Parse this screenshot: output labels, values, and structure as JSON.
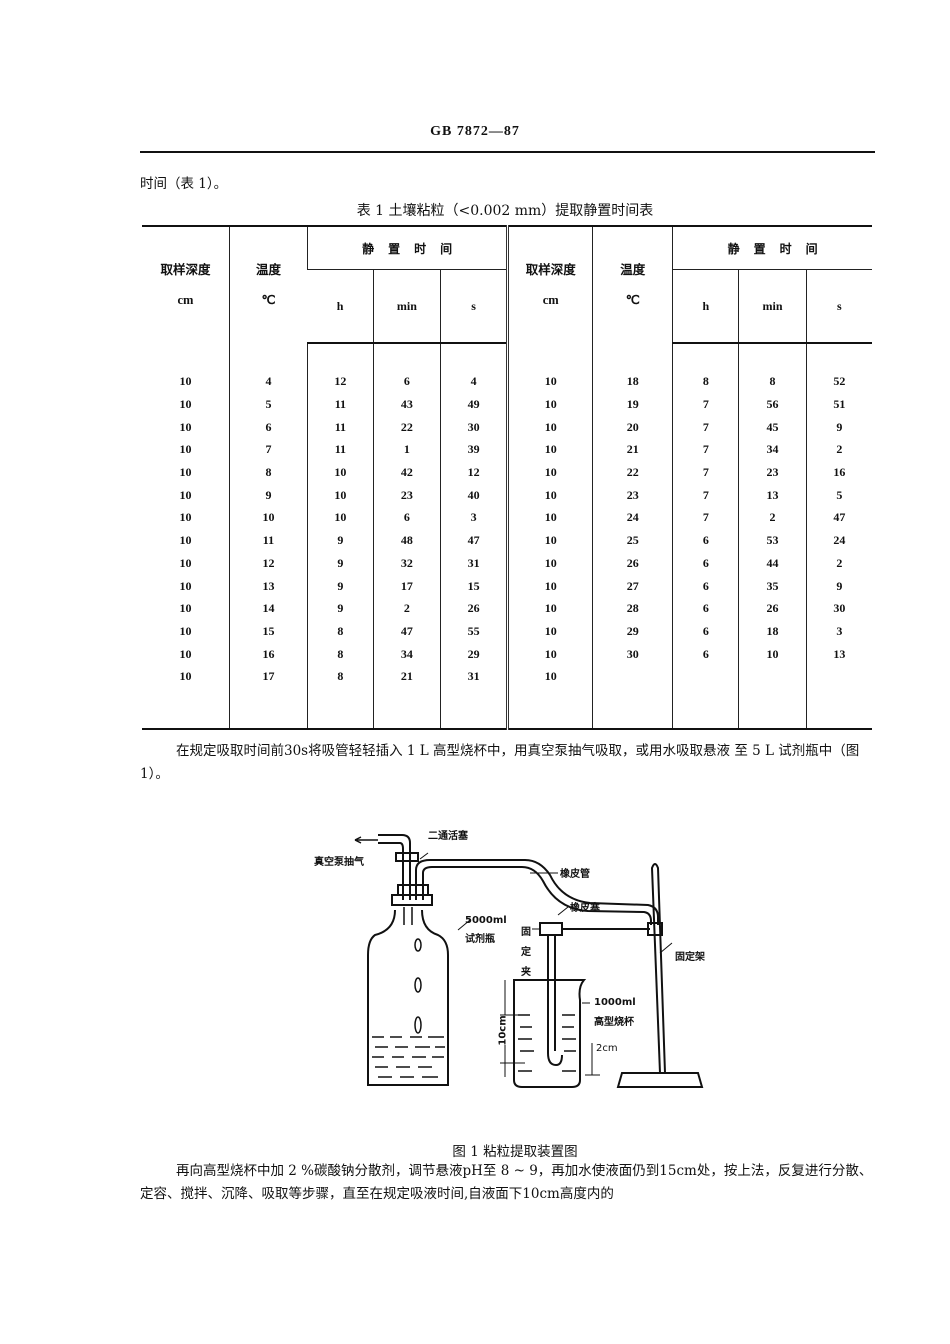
{
  "header": {
    "standard_number": "GB 7872—87"
  },
  "intro_text": "时间（表 1）。",
  "table": {
    "caption": "表 1  土壤粘粒（<0.002 mm）提取静置时间表",
    "headers": {
      "depth": "取样深度",
      "depth_unit": "cm",
      "temp": "温度",
      "temp_unit": "℃",
      "rest_time": "静置时间",
      "h": "h",
      "min": "min",
      "s": "s"
    },
    "left_rows": [
      [
        "10",
        "4",
        "12",
        "6",
        "4"
      ],
      [
        "10",
        "5",
        "11",
        "43",
        "49"
      ],
      [
        "10",
        "6",
        "11",
        "22",
        "30"
      ],
      [
        "10",
        "7",
        "11",
        "1",
        "39"
      ],
      [
        "10",
        "8",
        "10",
        "42",
        "12"
      ],
      [
        "10",
        "9",
        "10",
        "23",
        "40"
      ],
      [
        "10",
        "10",
        "10",
        "6",
        "3"
      ],
      [
        "10",
        "11",
        "9",
        "48",
        "47"
      ],
      [
        "10",
        "12",
        "9",
        "32",
        "31"
      ],
      [
        "10",
        "13",
        "9",
        "17",
        "15"
      ],
      [
        "10",
        "14",
        "9",
        "2",
        "26"
      ],
      [
        "10",
        "15",
        "8",
        "47",
        "55"
      ],
      [
        "10",
        "16",
        "8",
        "34",
        "29"
      ],
      [
        "10",
        "17",
        "8",
        "21",
        "31"
      ]
    ],
    "right_rows": [
      [
        "10",
        "18",
        "8",
        "8",
        "52"
      ],
      [
        "10",
        "19",
        "7",
        "56",
        "51"
      ],
      [
        "10",
        "20",
        "7",
        "45",
        "9"
      ],
      [
        "10",
        "21",
        "7",
        "34",
        "2"
      ],
      [
        "10",
        "22",
        "7",
        "23",
        "16"
      ],
      [
        "10",
        "23",
        "7",
        "13",
        "5"
      ],
      [
        "10",
        "24",
        "7",
        "2",
        "47"
      ],
      [
        "10",
        "25",
        "6",
        "53",
        "24"
      ],
      [
        "10",
        "26",
        "6",
        "44",
        "2"
      ],
      [
        "10",
        "27",
        "6",
        "35",
        "9"
      ],
      [
        "10",
        "28",
        "6",
        "26",
        "30"
      ],
      [
        "10",
        "29",
        "6",
        "18",
        "3"
      ],
      [
        "10",
        "30",
        "6",
        "10",
        "13"
      ],
      [
        "10",
        "",
        "",
        "",
        ""
      ]
    ]
  },
  "paragraph_2": "在规定吸取时间前30s将吸管轻轻插入 1 L 高型烧杯中，用真空泵抽气吸取，或用水吸取悬液 至 5 L 试剂瓶中（图 1）。",
  "figure": {
    "labels": {
      "two_way_stopcock": "二通活塞",
      "vacuum_pump": "真空泵抽气",
      "rubber_tube": "橡皮管",
      "rubber_stopper": "橡皮塞",
      "bottle_volume": "5000ml",
      "reagent_bottle": "试剂瓶",
      "clamp": "固定夹",
      "stand": "固定架",
      "beaker_volume": "1000ml",
      "tall_beaker": "高型烧杯",
      "depth_10cm": "10cm",
      "depth_2cm": "2cm"
    },
    "caption": "图 1  粘粒提取装置图"
  },
  "paragraph_3": "再向高型烧杯中加 2 %碳酸钠分散剂，调节悬液pH至 8 ~ 9，再加水使液面仍到15cm处，按上法，反复进行分散、定容、搅拌、沉降、吸取等步骤，直至在规定吸液时间,自液面下10cm高度内的"
}
